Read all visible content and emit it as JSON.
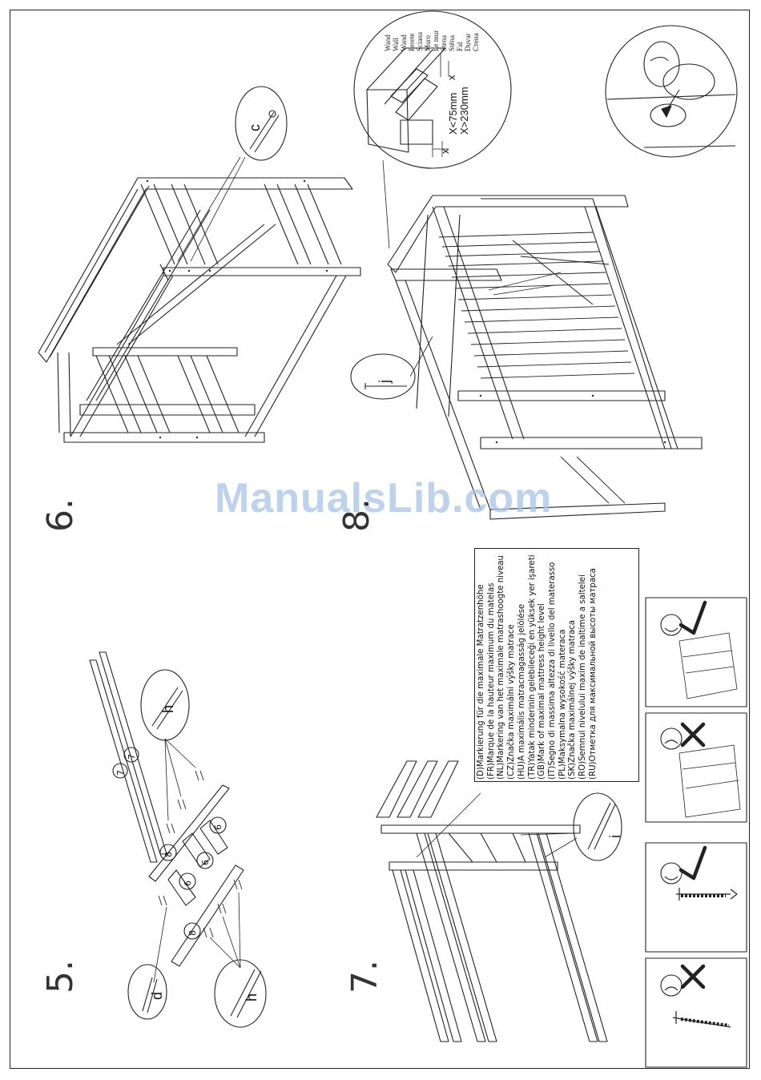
{
  "watermark": "ManualsLib.com",
  "steps": {
    "s5": "5.",
    "s6": "6.",
    "s7": "7.",
    "s8": "8."
  },
  "parts": {
    "c": "c",
    "d": "d",
    "h": "h",
    "i": "i",
    "j": "j",
    "p6": "6",
    "p7": "7",
    "p8": "8"
  },
  "wall_languages": [
    "Wand",
    "Wall",
    "Wand",
    "Perete",
    "Sciana",
    "Muro",
    "Le mur",
    "Stena",
    "Stěna",
    "Fal",
    "Duvar",
    "Стена"
  ],
  "dimensions": {
    "x_label": "x",
    "lt": "X<75mm",
    "gt": "X>230mm"
  },
  "legend": [
    {
      "code": "D",
      "text": "Markierung für die maximale Matratzenhöhe"
    },
    {
      "code": "FR",
      "text": "Marque de la hauteur maximum du matelas"
    },
    {
      "code": "NL",
      "text": "Markering van het maximale matrashoogte niveau"
    },
    {
      "code": "CZ",
      "text": "Značka maximální výšky matrace"
    },
    {
      "code": "HU",
      "text": "A maximális matracmagasság jelölése"
    },
    {
      "code": "TR",
      "text": "Yatak minderinin gelebileceği en yüksek yer işareti"
    },
    {
      "code": "GB",
      "text": "Mark of maximal mattress height level"
    },
    {
      "code": "IT",
      "text": "Segno di massima altezza di livello del materasso"
    },
    {
      "code": "PL",
      "text": "Maksymalna wysokość materaca"
    },
    {
      "code": "SK",
      "text": "Značka maximálnej výšky matraca"
    },
    {
      "code": "RO",
      "text": "Semnul nivelului maxim de inaltime a saltelei"
    },
    {
      "code": "RU",
      "text": "Отметка для максимальной высоты матраса"
    }
  ],
  "status_panels": [
    "ok",
    "wrong",
    "ok",
    "wrong"
  ]
}
